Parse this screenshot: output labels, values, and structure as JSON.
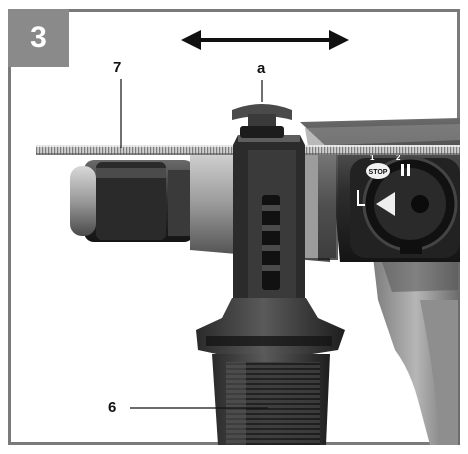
{
  "figure": {
    "step_number": "3",
    "callouts": {
      "depth_rod": "7",
      "adjust_knob": "a",
      "aux_handle": "6"
    },
    "selector_labels": {
      "stop": "STOP",
      "pos1": "1",
      "pos2": "2"
    }
  },
  "icons": {
    "direction": "double-arrow-icon"
  }
}
